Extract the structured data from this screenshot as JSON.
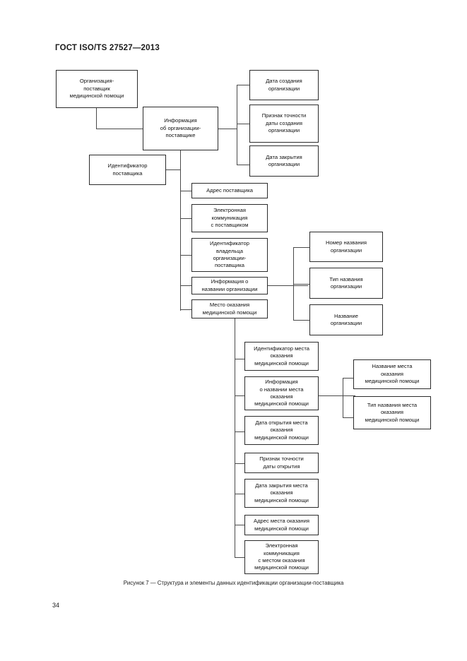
{
  "document": {
    "header": "ГОСТ ISO/TS 27527—2013",
    "page_number": "34",
    "caption": "Рисунок  7 — Структура и элементы данных идентификации организации-поставщика"
  },
  "diagram": {
    "type": "hierarchy-tree",
    "nodes": {
      "root": "Организация-\nпоставщик\nмедицинской помощи",
      "org_info": "Информация\nоб организации-\nпоставщике",
      "org_create_date": "Дата создания\nорганизации",
      "org_create_date_precision": "Признак точности\nдаты создания\nорганизации",
      "org_close_date": "Дата закрытия\nорганизации",
      "provider_id": "Идентификатор\nпоставщика",
      "provider_address": "Адрес поставщика",
      "provider_ecomm": "Электронная\nкоммуникация\nс поставщиком",
      "owner_id": "Идентификатор\nвладельца\nорганизации-\nпоставщика",
      "org_name_info": "Информация о\nназвании организации",
      "care_place": "Место оказания\nмедицинской помощи",
      "org_name_number": "Номер названия\nорганизации",
      "org_name_type": "Тип названия\nорганизации",
      "org_name": "Название\nорганизации",
      "place_id": "Идентификатор места\nоказания\nмедицинской помощи",
      "place_name_info": "Информация\nо названии места\nоказания\nмедицинской помощи",
      "place_open_date": "Дата открытия места\nоказания\nмедицинской помощи",
      "place_open_precision": "Признак точности\nдаты открытия",
      "place_close_date": "Дата закрытия места\nоказания\nмедицинской помощи",
      "place_address": "Адрес места оказания\nмедицинской помощи",
      "place_ecomm": "Электронная\nкоммуникация\nс местом оказания\nмедицинской помощи",
      "place_name": "Название места\nоказания\nмедицинской помощи",
      "place_name_type": "Тип названия места\nоказания\nмедицинской помощи"
    },
    "colors": {
      "box_border": "#2b2b2b",
      "connector": "#4a4a4a",
      "text": "#111111",
      "background": "#ffffff"
    }
  }
}
